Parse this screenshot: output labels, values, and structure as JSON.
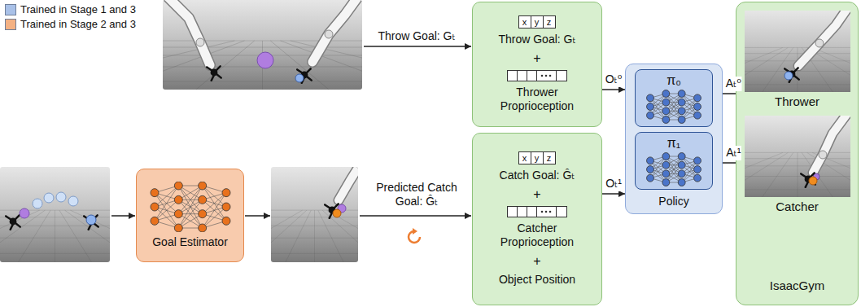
{
  "diagram": {
    "nodes": [
      {
        "text": [
          "x",
          "y",
          "z",
          "Throw Goal: Gₜ",
          "+",
          "Thrower Proprioception"
        ]
      },
      {
        "text": [
          "Goal Estimator"
        ]
      },
      {
        "text": [
          "x",
          "y",
          "z",
          "Catch Goal: Ĝₜ",
          "+",
          "Catcher Proprioception",
          "+",
          "Object Position"
        ]
      },
      {
        "text": [
          "Policy"
        ]
      },
      {
        "text": [
          "π₀"
        ],
        "in": 3
      },
      {
        "text": [
          "π₁"
        ],
        "in": 3
      },
      {
        "text": [
          "IsaacGym"
        ]
      },
      {
        "text": [
          "Thrower"
        ],
        "in": 6
      },
      {
        "text": [
          "Catcher"
        ],
        "in": 6
      }
    ],
    "edges": [
      {
        "from": 0,
        "to": 3,
        "arrow": "to",
        "label": "Oₜ⁰"
      },
      {
        "from": 2,
        "to": 3,
        "arrow": "to",
        "label": "Oₜ¹"
      },
      {
        "from": 3,
        "to": 7,
        "arrow": "to",
        "label": "Aₜ⁰"
      },
      {
        "from": 3,
        "to": 8,
        "arrow": "to",
        "label": "Aₜ¹"
      }
    ],
    "labels": [
      "Throw Goal: Gₜ",
      "Predicted Catch Goal: Ĝₜ"
    ],
    "legend": [
      {
        "text": "Trained in Stage 1 and 3",
        "color": "#a9c1e8"
      },
      {
        "text": "Trained in Stage 2 and 3",
        "color": "#f4b183"
      }
    ]
  }
}
